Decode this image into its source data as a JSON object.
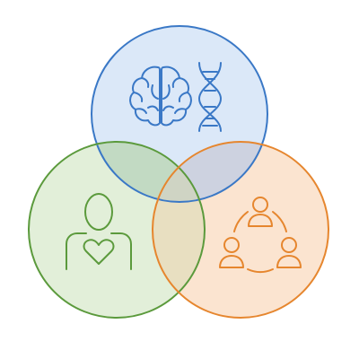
{
  "diagram": {
    "type": "venn-3",
    "circles": [
      {
        "key": "biological",
        "icons": [
          "brain-icon",
          "dna-icon"
        ],
        "stroke": "#3a78c6",
        "fill": "#dbe8f8"
      },
      {
        "key": "psychological",
        "icons": [
          "person-heart-icon"
        ],
        "stroke": "#5b9a3c",
        "fill": "#e2efd9"
      },
      {
        "key": "social",
        "icons": [
          "group-network-icon"
        ],
        "stroke": "#e6862e",
        "fill": "#fbe4d0"
      }
    ],
    "overlap_colors": {
      "blue_green": "#c2dac3",
      "blue_orange": "#cdd2e0",
      "green_orange": "#e8dfc1",
      "center": "#cfd4c4"
    }
  }
}
